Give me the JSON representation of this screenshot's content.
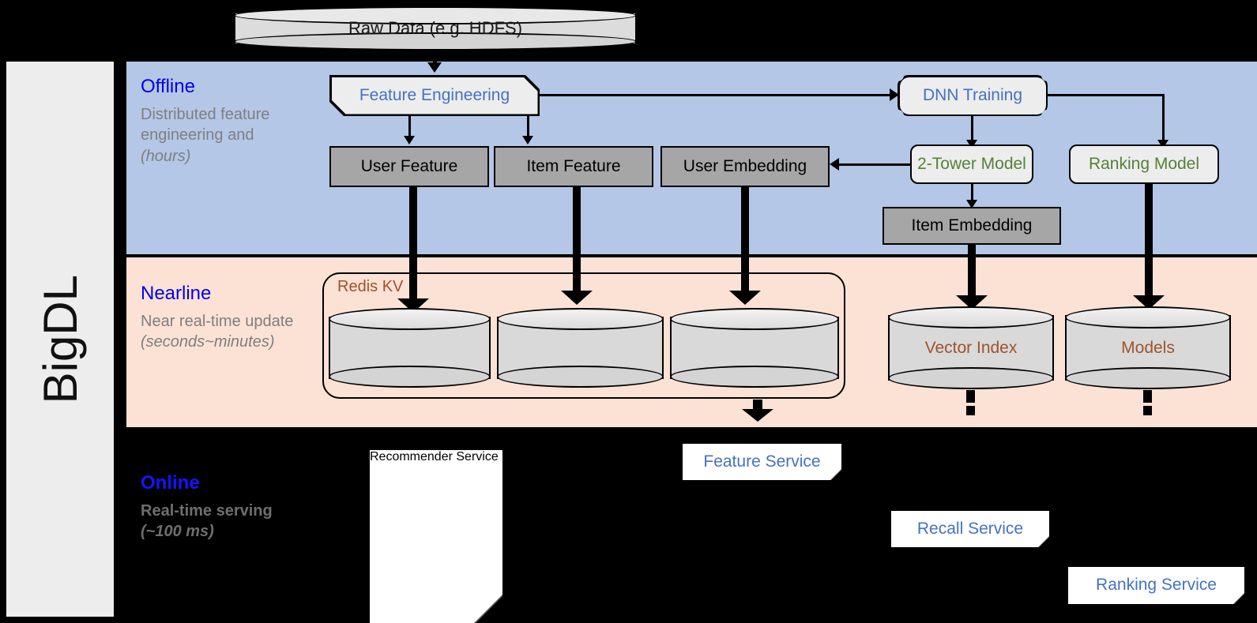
{
  "platform": {
    "name": "BigDL"
  },
  "source": {
    "label": "Raw Data (e.g. HDFS)"
  },
  "bands": {
    "offline": {
      "title": "Offline",
      "subtitle": "Distributed feature engineering and ",
      "subtitle_italic": "(hours)",
      "bg": "#B4C7E7"
    },
    "nearline": {
      "title": "Nearline",
      "subtitle": "Near real-time update ",
      "subtitle_italic": "(seconds~minutes)",
      "bg": "#FBE2D5"
    },
    "online": {
      "title": "Online",
      "subtitle": "Real-time serving ",
      "subtitle_italic": "(~100 ms)",
      "bg": "#000000"
    }
  },
  "offline_nodes": {
    "feature_engineering": "Feature Engineering",
    "dnn_training": "DNN Training",
    "user_feature": "User Feature",
    "item_feature": "Item Feature",
    "user_embedding": "User Embedding",
    "two_tower_model": "2-Tower Model",
    "ranking_model": "Ranking Model",
    "item_embedding": "Item Embedding"
  },
  "nearline_nodes": {
    "redis_kv": "Redis KV",
    "store_user_feature": "",
    "store_item_feature": "",
    "store_user_embedding": "",
    "vector_index": "Vector Index",
    "models": "Models"
  },
  "online_nodes": {
    "recommender_service": "Recommender Service",
    "feature_service": "Feature Service",
    "recall_service": "Recall Service",
    "ranking_service": "Ranking Service"
  },
  "colors": {
    "accent_blue": "#4472C4",
    "band_label_blue": "#0000EE",
    "accent_green": "#548235",
    "accent_brown": "#A0522D",
    "grey_box": "#A6A6A6",
    "light_box": "#EDEDED",
    "offline_bg": "#B4C7E7",
    "nearline_bg": "#FBE2D5",
    "online_bg": "#000000",
    "rail_bg": "#EDEDED"
  }
}
